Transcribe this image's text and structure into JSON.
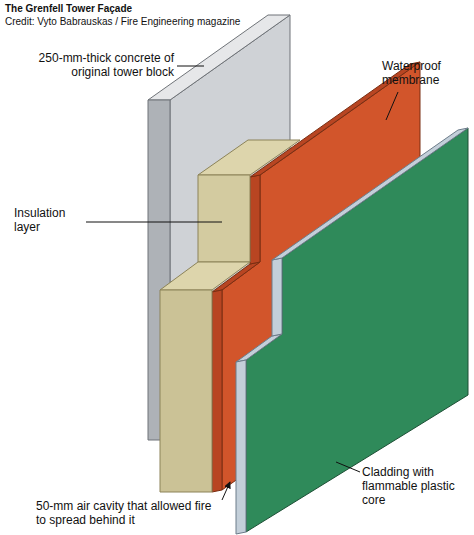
{
  "diagram": {
    "title": "The Grenfell Tower Façade",
    "labels": [
      "Credit: Vyto Babrauskas / Fire Engineering magazine",
      "250-mm-thick concrete of original tower block",
      "Waterproof membrane",
      "Insulation layer",
      "50-mm air cavity that allowed fire to spread behind it",
      "Cladding with flammable plastic core"
    ]
  }
}
